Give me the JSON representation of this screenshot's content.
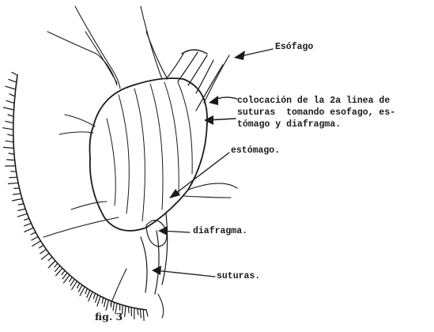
{
  "labels": {
    "esofago": "Esófago",
    "colocacion_l1": "colocación de la 2a linea de",
    "colocacion_l2": "suturas  tomando esofago, es-",
    "colocacion_l3": "tómago y diafragma.",
    "estomago": "estómago.",
    "diafragma": "diafragma.",
    "suturas": "suturas."
  },
  "caption": "fig. 3"
}
